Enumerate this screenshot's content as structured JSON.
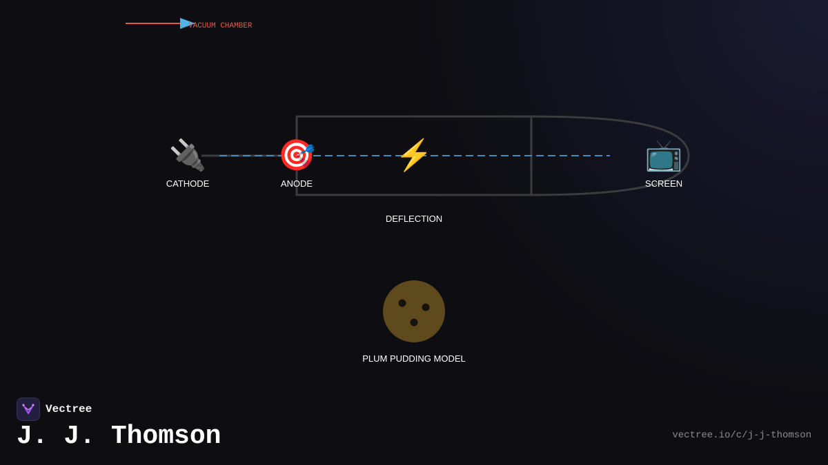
{
  "colors": {
    "background": "#0e0e12",
    "tube_outline": "#3c3c3e",
    "beam": "#3d8fc1",
    "vacuum_arrow_line": "#e05a4e",
    "vacuum_arrow_head": "#4fb3e8",
    "vacuum_text": "#e05a4e",
    "plum_pudding_body": "#5f4a1e",
    "plum_pudding_electrons": "#16120c",
    "brand_accent": "#a855f7",
    "url_text": "#8a8a94"
  },
  "diagram": {
    "vacuum_chamber_label": "VACUUM CHAMBER",
    "components": [
      {
        "id": "cathode",
        "icon": "electric-plug-icon",
        "glyph": "🔌",
        "label": "CATHODE"
      },
      {
        "id": "anode",
        "icon": "target-dart-icon",
        "glyph": "🎯",
        "label": "ANODE"
      },
      {
        "id": "deflection",
        "icon": "lightning-bolt-icon",
        "glyph": "⚡",
        "label": "DEFLECTION"
      },
      {
        "id": "screen",
        "icon": "television-icon",
        "glyph": "📺",
        "label": "SCREEN"
      }
    ],
    "atom_model": {
      "label": "PLUM PUDDING MODEL",
      "icon": "plum-pudding-atom-icon"
    }
  },
  "brand": {
    "name": "Vectree",
    "logo_icon": "vectree-logo-icon"
  },
  "page": {
    "title": "J. J. Thomson",
    "url": "vectree.io/c/j-j-thomson"
  }
}
